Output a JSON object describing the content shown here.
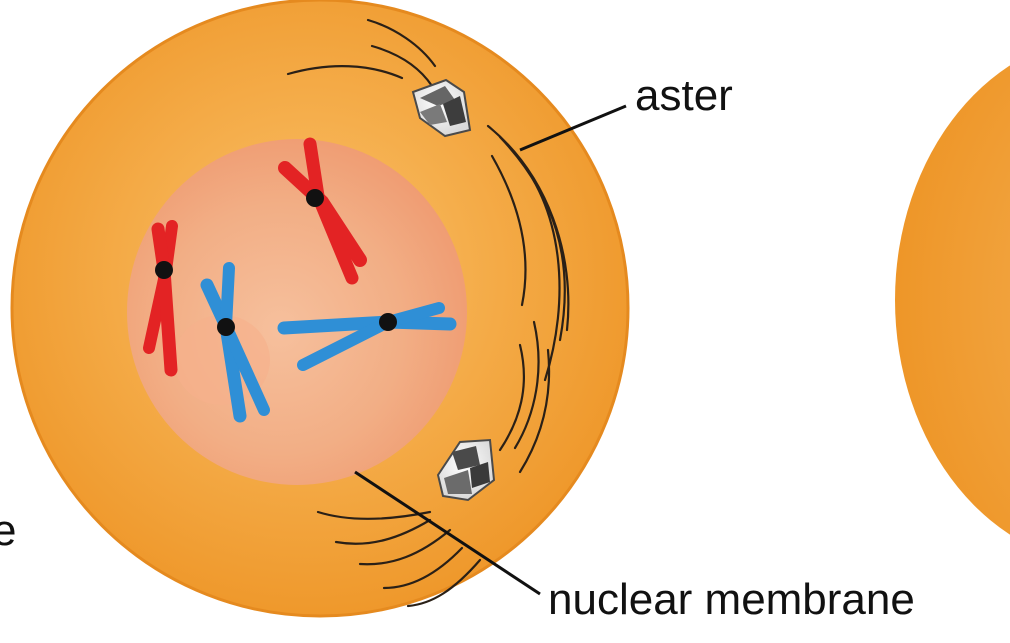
{
  "labels": {
    "aster": "aster",
    "nuclear_membrane": "nuclear membrane",
    "left_edge_fragment": "e"
  },
  "colors": {
    "cell_fill": "#F3A23C",
    "cell_edge": "#E58A1F",
    "nucleus_fill": "#F2B08A",
    "chromosome_red": "#E32324",
    "chromosome_blue": "#2F8FD6",
    "centromere": "#111111",
    "spindle_fibers": "#2A2017",
    "leader_lines": "#111111"
  },
  "structures": {
    "cell": "cell",
    "nucleus": "nucleus",
    "centrosomes": [
      "upper centrosome",
      "lower centrosome"
    ],
    "chromosomes": [
      "red chromosome",
      "red chromosome",
      "blue chromosome",
      "blue chromosome"
    ],
    "neighbor_cell": "adjacent cell"
  }
}
